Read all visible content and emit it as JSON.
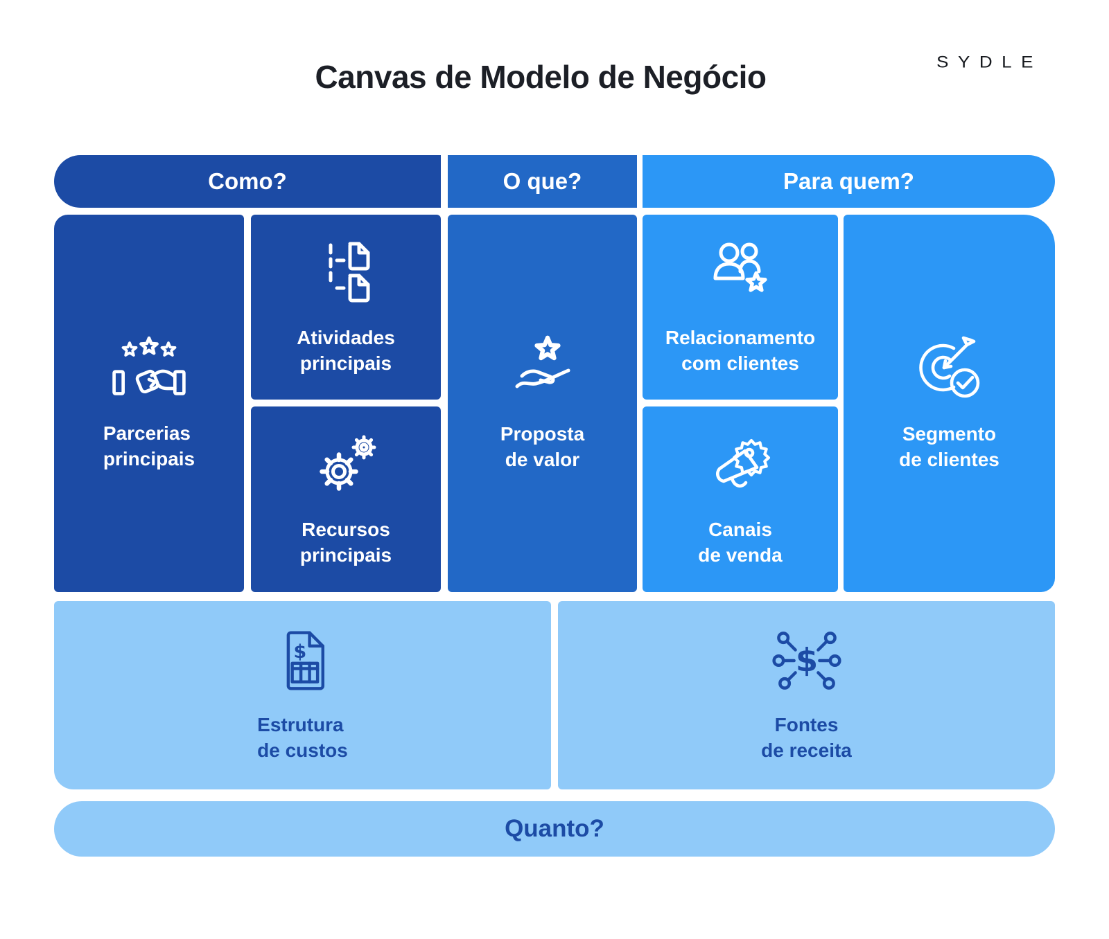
{
  "header": {
    "title": "Canvas de Modelo de Negócio",
    "logo": "SYDLE"
  },
  "canvas": {
    "column_headers": [
      {
        "label": "Como?"
      },
      {
        "label": "O que?"
      },
      {
        "label": "Para quem?"
      }
    ],
    "blocks": [
      {
        "key": "parcerias-principais",
        "icon": "handshake-stars-icon",
        "lines": [
          "Parcerias",
          "principais"
        ]
      },
      {
        "key": "atividades-principais",
        "icon": "workflow-documents-icon",
        "lines": [
          "Atividades",
          "principais"
        ]
      },
      {
        "key": "recursos-principais",
        "icon": "gears-icon",
        "lines": [
          "Recursos",
          "principais"
        ]
      },
      {
        "key": "proposta-de-valor",
        "icon": "hand-star-icon",
        "lines": [
          "Proposta",
          "de valor"
        ]
      },
      {
        "key": "relacionamento-com-clientes",
        "icon": "people-star-icon",
        "lines": [
          "Relacionamento",
          "com clientes"
        ]
      },
      {
        "key": "canais-de-venda",
        "icon": "megaphone-burst-icon",
        "lines": [
          "Canais",
          "de venda"
        ]
      },
      {
        "key": "segmento-de-clientes",
        "icon": "target-check-icon",
        "lines": [
          "Segmento",
          "de clientes"
        ]
      },
      {
        "key": "estrutura-de-custos",
        "icon": "invoice-icon",
        "lines": [
          "Estrutura",
          "de custos"
        ]
      },
      {
        "key": "fontes-de-receita",
        "icon": "money-network-icon",
        "lines": [
          "Fontes",
          "de receita"
        ]
      }
    ],
    "footer_label": "Quanto?"
  },
  "colors": {
    "dark_blue": "#1C4BA5",
    "medium_blue": "#2268C6",
    "bright_blue": "#2C97F6",
    "light_blue": "#90CAF9",
    "dark_text": "#1C4BA5",
    "title_text": "#1C1F26",
    "background": "#FFFFFF"
  }
}
